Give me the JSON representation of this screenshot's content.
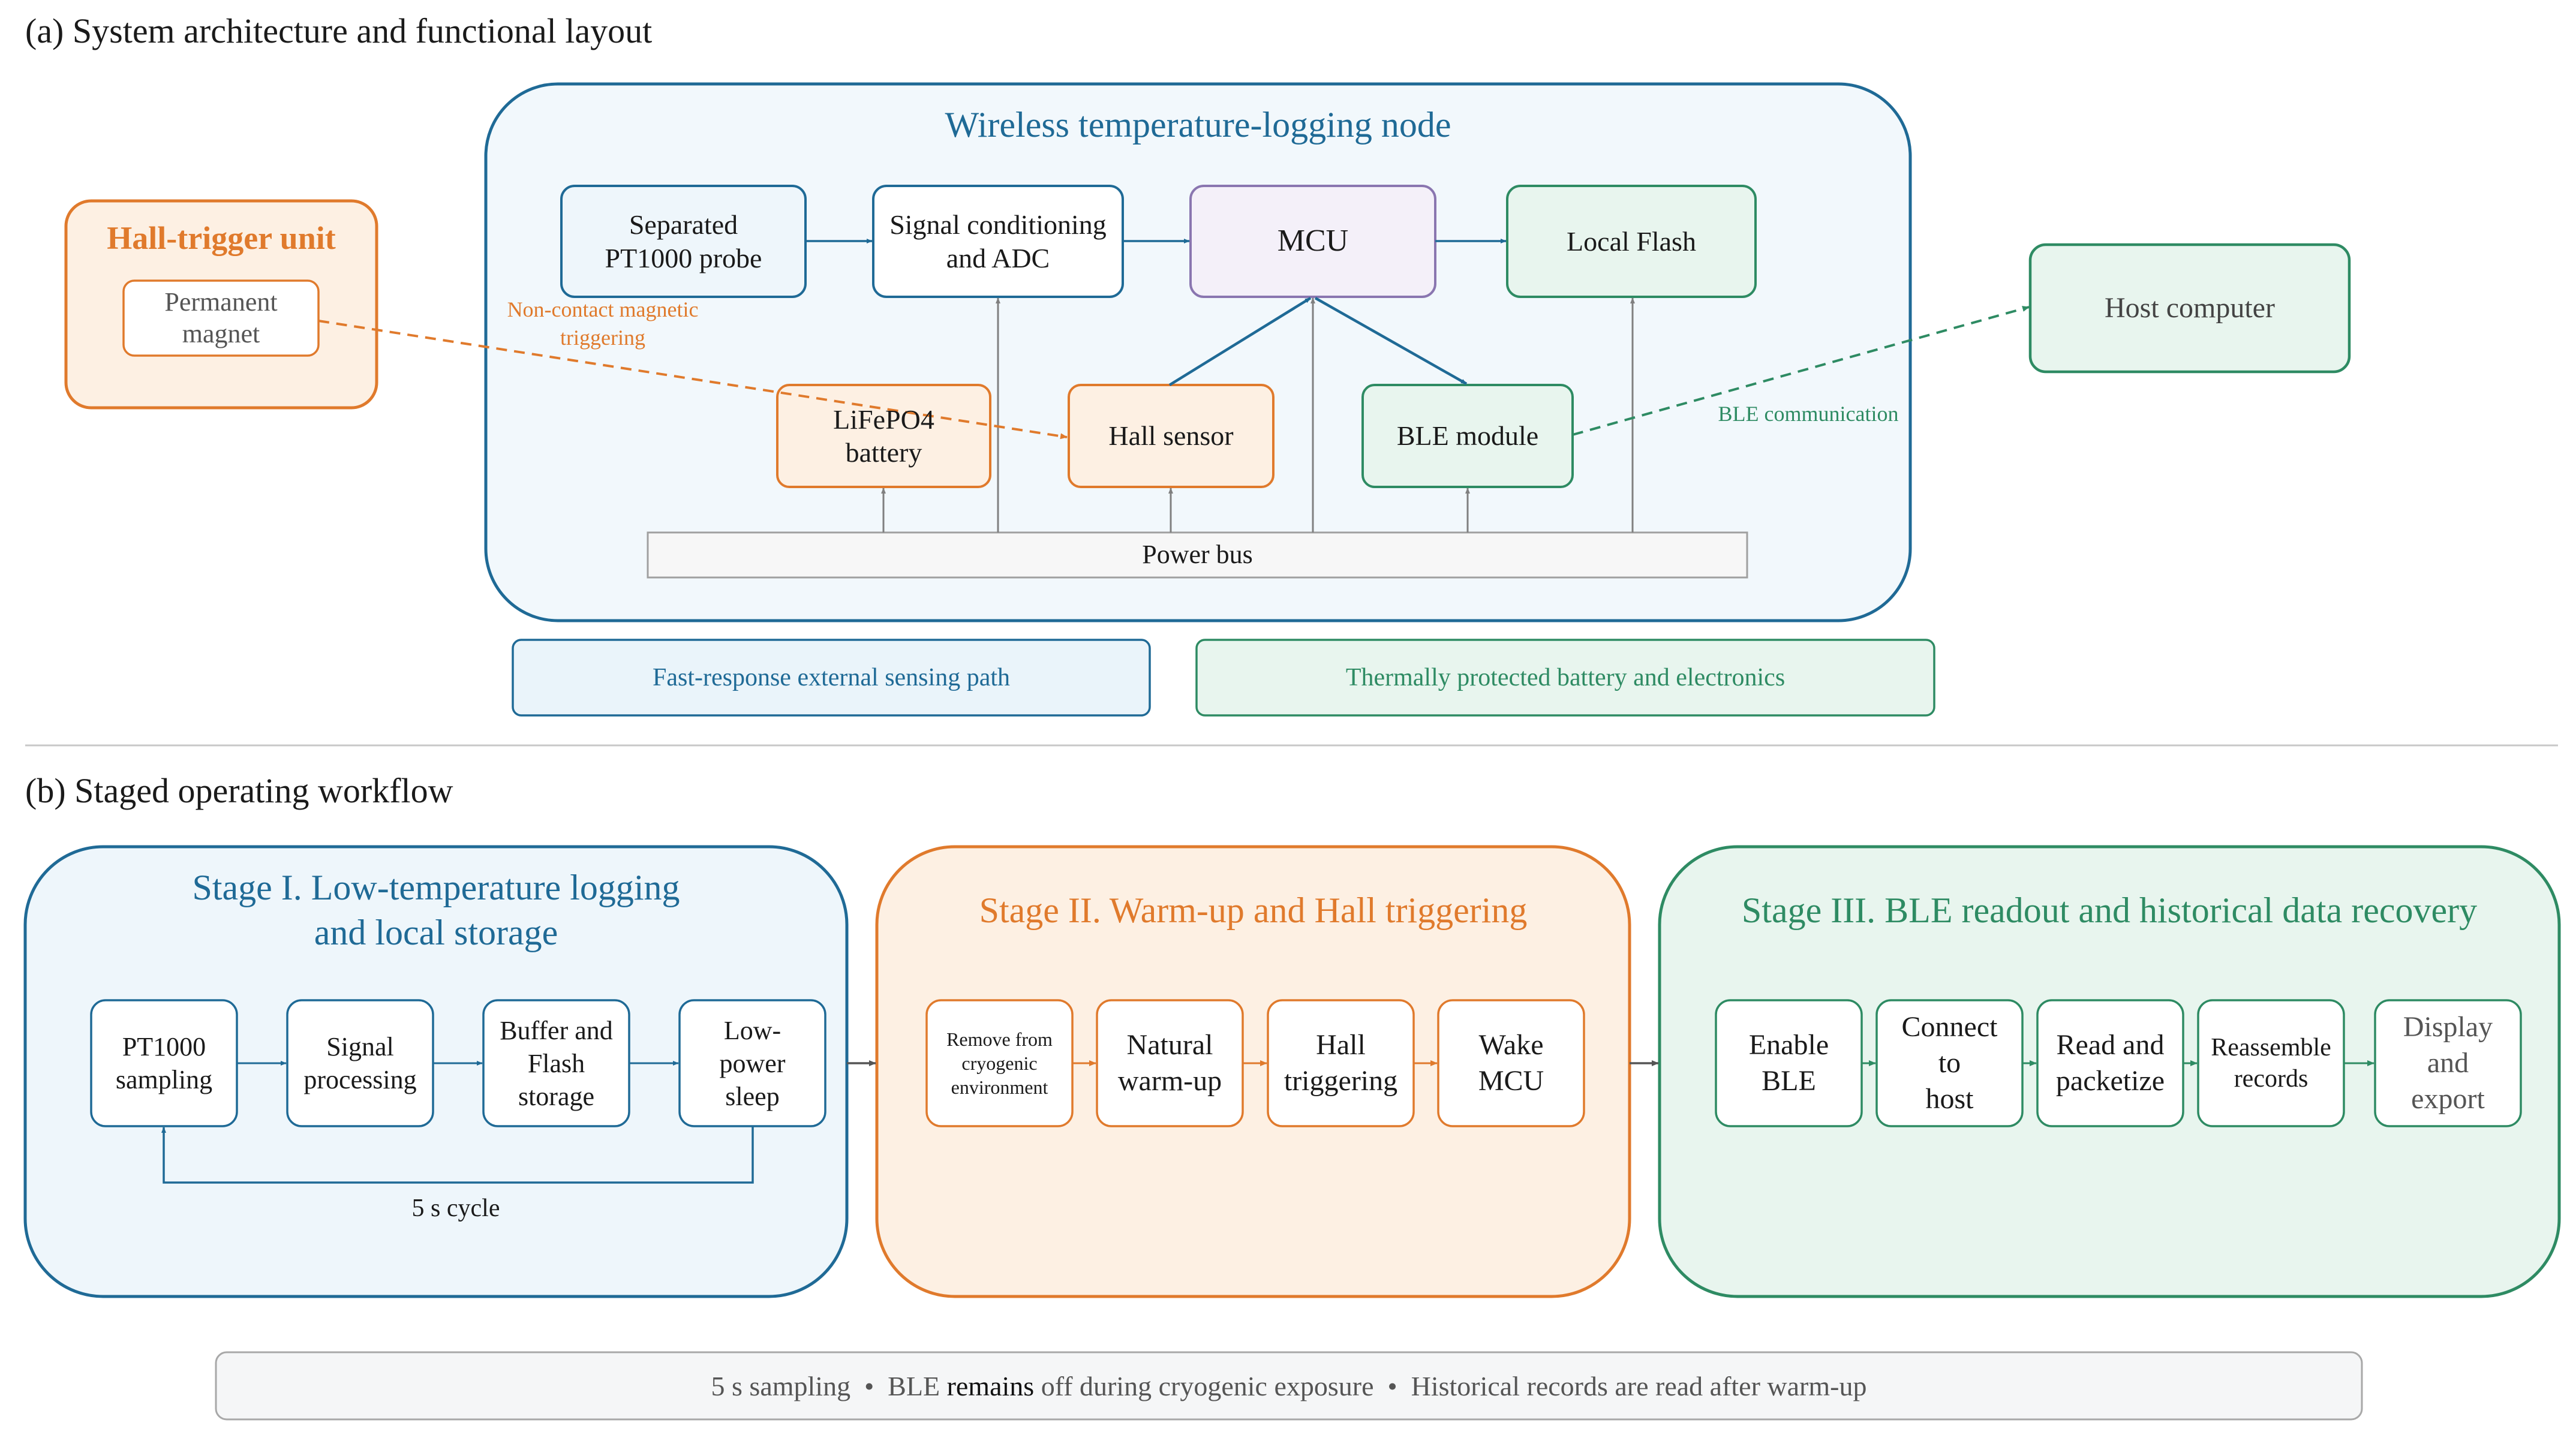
{
  "section_a": {
    "title": "(a) System architecture and functional layout",
    "node_title": "Wireless temperature-logging node",
    "hall_unit": {
      "title": "Hall-trigger unit",
      "magnet": "Permanent\nmagnet"
    },
    "components": {
      "probe": "Separated\nPT1000 probe",
      "signal": "Signal conditioning\nand ADC",
      "mcu": "MCU",
      "flash": "Local Flash",
      "battery": "LiFePO4\nbattery",
      "hall_sensor": "Hall sensor",
      "ble": "BLE module",
      "power_bus": "Power bus"
    },
    "host": "Host computer",
    "magnetic_label": "Non-contact magnetic\ntriggering",
    "ble_label": "BLE communication",
    "path_fast": "Fast-response external sensing path",
    "path_thermal": "Thermally protected battery and electronics"
  },
  "section_b": {
    "title": "(b) Staged operating workflow",
    "stage1": {
      "title": "Stage I.  Low-temperature logging\nand local storage",
      "steps": [
        "PT1000\nsampling",
        "Signal\nprocessing",
        "Buffer and\nFlash\nstorage",
        "Low-\npower\nsleep"
      ],
      "cycle": "5 s cycle"
    },
    "stage2": {
      "title": "Stage II.  Warm-up and Hall triggering",
      "steps": [
        "Remove from\ncryogenic\nenvironment",
        "Natural\nwarm-up",
        "Hall\ntriggering",
        "Wake\nMCU"
      ]
    },
    "stage3": {
      "title": "Stage III.  BLE readout and historical data recovery",
      "steps": [
        "Enable\nBLE",
        "Connect\nto\nhost",
        "Read and\npacketize",
        "Reassemble\nrecords",
        "Display\nand\nexport"
      ]
    },
    "footer": {
      "part1": "5 s sampling  •  BLE ",
      "part2": "remains",
      "part3": " off during cryogenic exposure  •  Historical records are read after warm-up"
    }
  },
  "colors": {
    "blue": "#1f6a96",
    "blue_fill": "#eef6fb",
    "orange": "#e07a2c",
    "orange_fill": "#fdf0e3",
    "green": "#2e8b63",
    "green_fill": "#e8f5ee",
    "purple": "#8a76b0",
    "purple_fill": "#f4f0f9",
    "gray": "#7a7a7a"
  }
}
